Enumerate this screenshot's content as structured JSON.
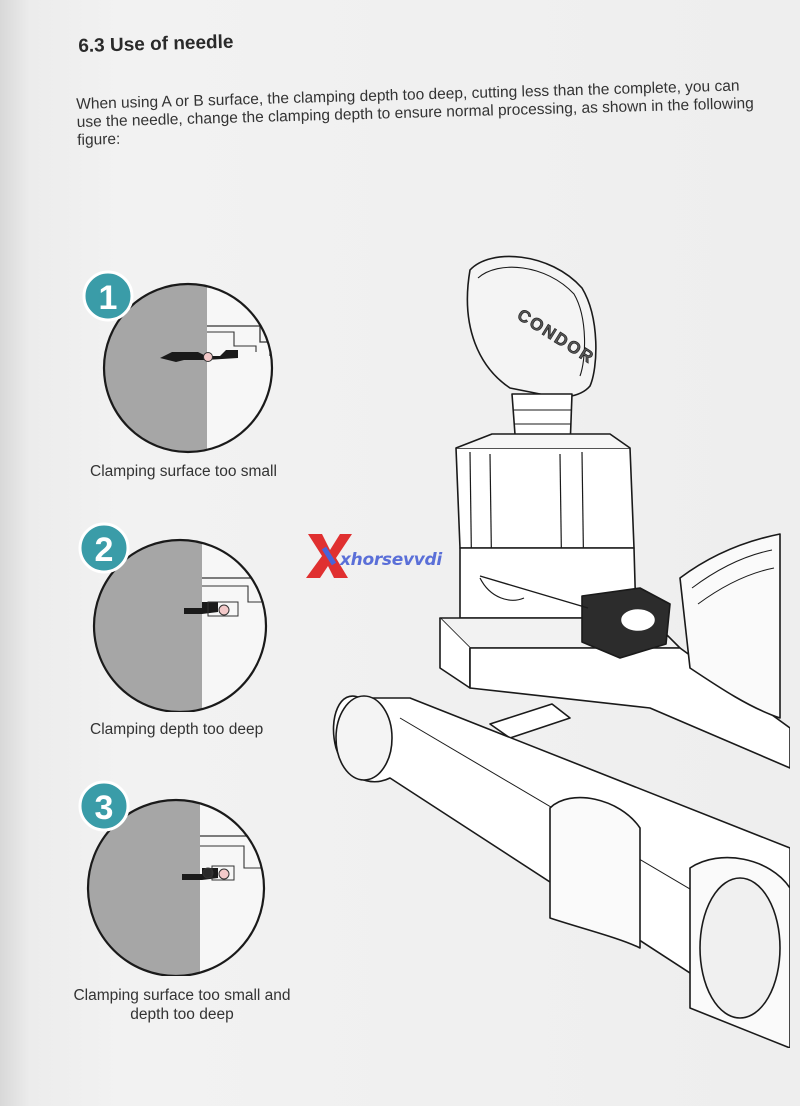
{
  "section": {
    "heading": "6.3 Use of needle",
    "intro": "When using A or B surface, the clamping depth too deep, cutting less than the complete, you can use the needle, change the clamping depth to ensure normal processing, as shown in the following figure:"
  },
  "figures": [
    {
      "number": "1",
      "caption": "Clamping surface too small"
    },
    {
      "number": "2",
      "caption": "Clamping depth too deep"
    },
    {
      "number": "3",
      "caption": "Clamping surface too small and depth too deep"
    }
  ],
  "machine": {
    "brand_label": "CONDOR"
  },
  "watermark": {
    "text": "xhorsevvdi",
    "logo_letter": "X"
  },
  "colors": {
    "badge_teal": "#3a9ca8",
    "circle_gray": "#a6a6a6",
    "key_dark": "#2c2c2c",
    "logo_red": "#e03030",
    "logo_blue": "#4a63d8"
  }
}
